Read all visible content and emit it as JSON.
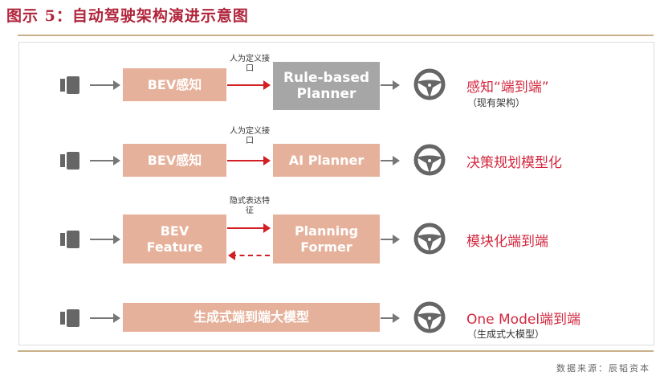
{
  "title": "图示 5：自动驾驶架构演进示意图",
  "source": "数据来源：辰韬资本",
  "rows": [
    {
      "box1": "BEV感知",
      "note": "人为定义接口",
      "box2": "Rule-based Planner",
      "label": "感知“端到端”",
      "sub": "（现有架构）"
    },
    {
      "box1": "BEV感知",
      "note": "人为定义接口",
      "box2": "AI Planner",
      "label": "决策规划模型化"
    },
    {
      "box1": "BEV Feature",
      "note": "隐式表达特征",
      "box2": "Planning Former",
      "label": "模块化端到端"
    },
    {
      "box1": "生成式端到端大模型",
      "label": "One Model端到端",
      "sub": "（生成式大模型）"
    }
  ],
  "colors": {
    "box": "#e6b19b",
    "gray": "#a6a6a6",
    "accent": "#d21f26"
  }
}
